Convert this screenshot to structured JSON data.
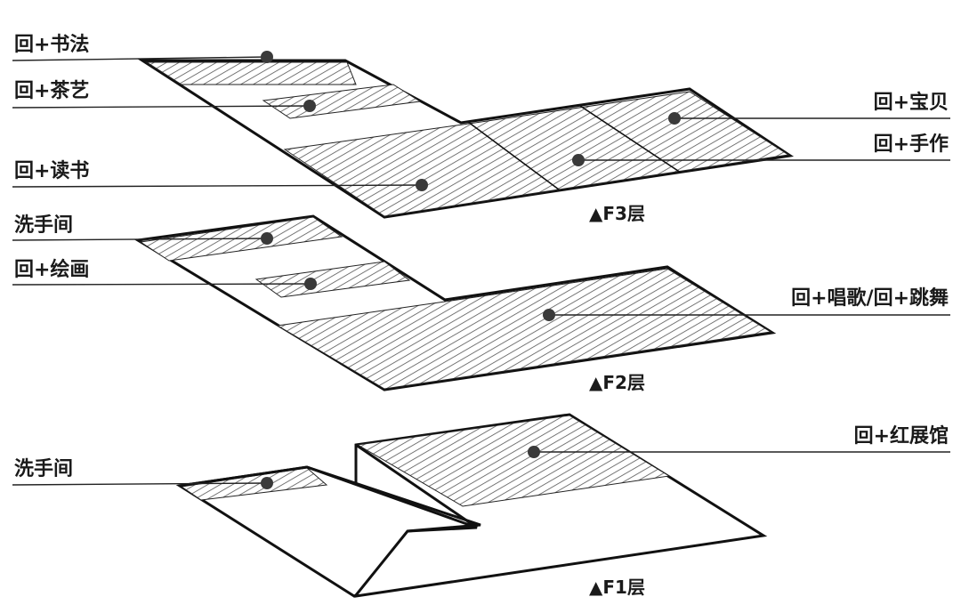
{
  "labels": {
    "shufa": "回+书法",
    "chayi": "回+茶艺",
    "dushu": "回+读书",
    "baobei": "回+宝贝",
    "shouzuo": "回+手作",
    "xishoujian_f2": "洗手间",
    "huihua": "回+绘画",
    "changge": "回+唱歌/回+跳舞",
    "hongzhanguan": "回+红展馆",
    "xishoujian_f1": "洗手间"
  },
  "floors": {
    "f3": "▲F3层",
    "f2": "▲F2层",
    "f1": "▲F1层"
  },
  "colors": {
    "line": "#111111",
    "hatch": "#555555",
    "background": "#ffffff"
  }
}
